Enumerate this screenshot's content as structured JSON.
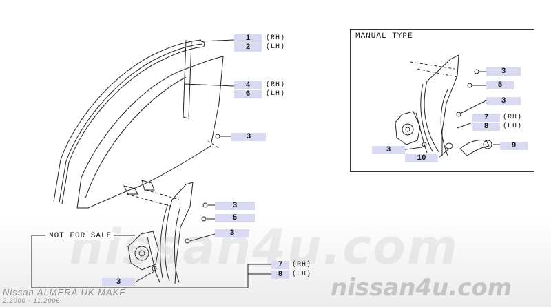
{
  "inset_title": "MANUAL TYPE",
  "not_for_sale": "NOT FOR SALE",
  "watermark_text": "nissan4u.com",
  "footer": {
    "model": "Nissan ALMERA UK MAKE",
    "period": "2.2000 - 11.2006"
  },
  "labels": {
    "run_rh": "1",
    "run_lh": "2",
    "glass_rh": "4",
    "glass_lh": "6",
    "glass_bolt": "3",
    "reg_bolt_a": "3",
    "reg_nut": "5",
    "reg_bolt_b": "3",
    "reg_rh": "7",
    "reg_lh": "8",
    "reg_bolt_c": "3",
    "man_bolt_a": "3",
    "man_nut": "5",
    "man_bolt_b": "3",
    "man_reg_rh": "7",
    "man_reg_lh": "8",
    "man_handle": "9",
    "man_bolt_c": "3",
    "man_escutcheon": "10"
  },
  "side_rh": "(RH)",
  "side_lh": "(LH)",
  "colors": {
    "label_bg": "#d9d9f2",
    "line": "#222222",
    "watermark": "#c4c4c4"
  }
}
